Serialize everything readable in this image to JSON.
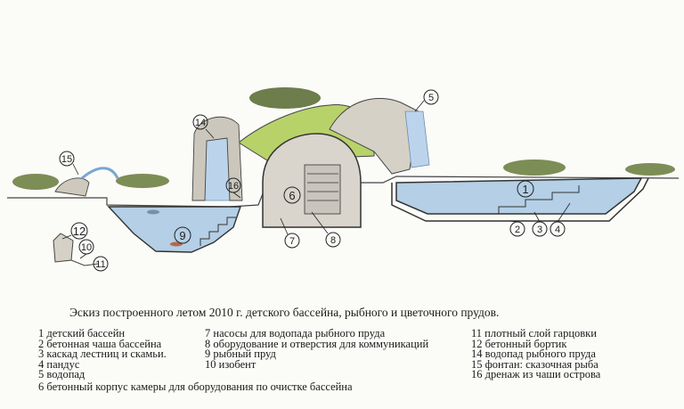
{
  "callouts": [
    "1",
    "2",
    "3",
    "4",
    "5",
    "6",
    "7",
    "8",
    "9",
    "10",
    "11",
    "12",
    "14",
    "15",
    "16"
  ],
  "caption": "Эскиз построенного летом 2010 г. детского бассейна, рыбного и цветочного прудов.",
  "legend": {
    "col1": [
      "1 детский бассейн",
      "2 бетонная чаша бассейна",
      "3 каскад лестниц и скамьи.",
      "4 пандус",
      "5  водопад"
    ],
    "col2": [
      "7 насосы для водопада рыбного пруда",
      "8  оборудование и отверстия для коммуникаций",
      "9  рыбный пруд",
      "10  изобент"
    ],
    "col3": [
      "11  плотный слой гарцовки",
      "12  бетонный бортик",
      "14  водопад рыбного пруда",
      "15  фонтан: сказочная рыба",
      "16  дренаж из чаши острова"
    ],
    "long_item": "6 бетонный корпус камеры для оборудования по очистке бассейна"
  },
  "colors": {
    "water": "#a9c9e6",
    "concrete": "#d9d4cc",
    "grass": "#a8c956",
    "tree": "#6e7d4c",
    "line": "#333333"
  }
}
